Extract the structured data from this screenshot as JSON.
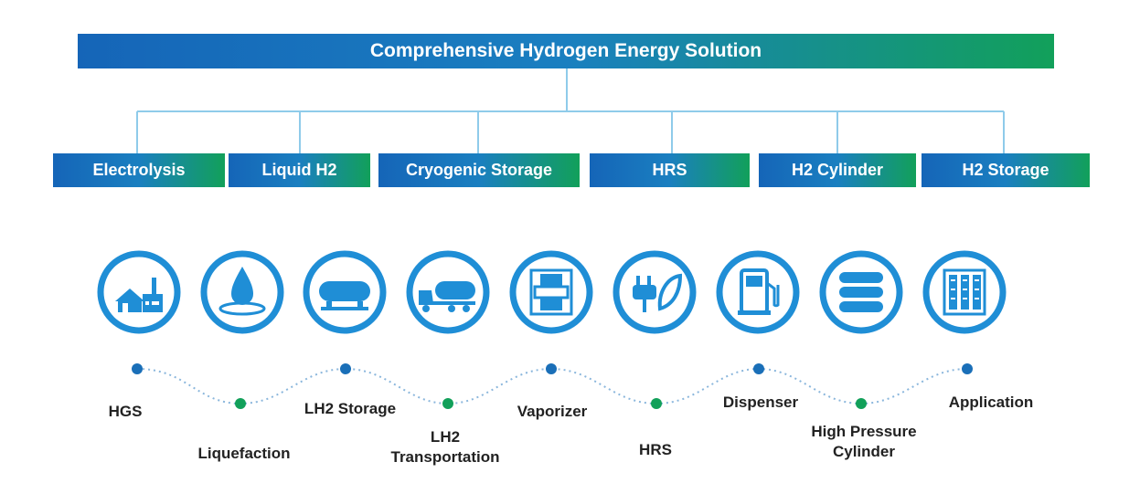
{
  "title": "Comprehensive Hydrogen Energy Solution",
  "categories": [
    "Electrolysis",
    "Liquid H2",
    "Cryogenic Storage",
    "HRS",
    "H2 Cylinder",
    "H2 Storage"
  ],
  "icons": [
    "factory-icon",
    "water-drop-icon",
    "storage-tank-icon",
    "tanker-truck-icon",
    "vaporizer-icon",
    "plug-leaf-icon",
    "fuel-dispenser-icon",
    "cylinder-stack-icon",
    "cylinder-rack-icon"
  ],
  "steps": {
    "hgs": "HGS",
    "liquefaction": "Liquefaction",
    "lh2_storage": "LH2 Storage",
    "lh2_transport_1": "LH2",
    "lh2_transport_2": "Transportation",
    "vaporizer": "Vaporizer",
    "hrs": "HRS",
    "dispenser": "Dispenser",
    "cylinder_1": "High Pressure",
    "cylinder_2": "Cylinder",
    "application": "Application"
  },
  "colors": {
    "blue": "#1a6fb8",
    "green": "#12a05a",
    "icon_blue": "#1f8ed6",
    "line": "#7fc4ea"
  }
}
